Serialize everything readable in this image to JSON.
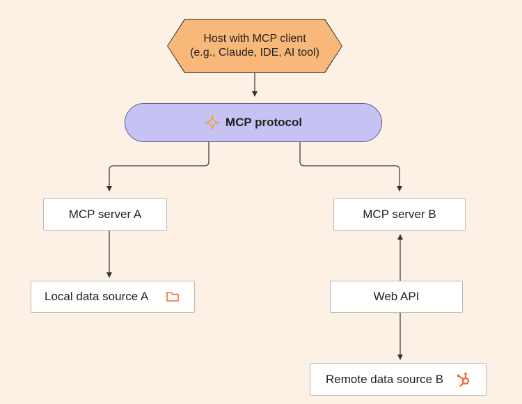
{
  "host": {
    "line1": "Host with MCP client",
    "line2": "(e.g., Claude, IDE, AI tool)"
  },
  "protocol": {
    "label": "MCP protocol"
  },
  "servers": {
    "a": "MCP server A",
    "b": "MCP server B"
  },
  "sources": {
    "local_a": "Local data source A",
    "web_api": "Web API",
    "remote_b": "Remote data source B"
  },
  "icons": {
    "protocol": "sparkle-icon",
    "local_a": "folder-icon",
    "remote_b": "hubspot-sprocket-icon"
  },
  "colors": {
    "background": "#fcf1e4",
    "host_fill": "#f8b879",
    "protocol_fill": "#c6c3f4",
    "icon_accent": "#f06a2a",
    "sparkle": "#f0a040"
  }
}
